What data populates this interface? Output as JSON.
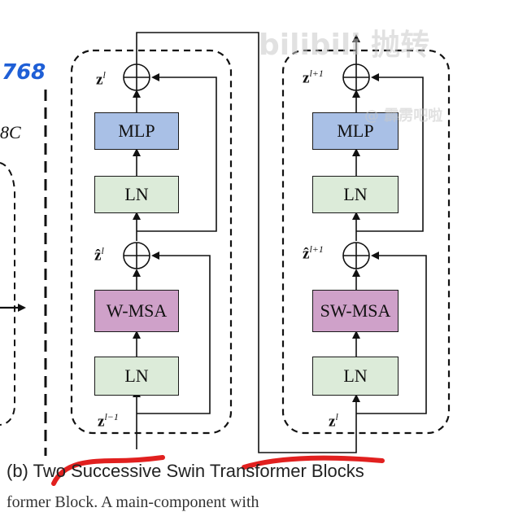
{
  "colors": {
    "mlp_fill": "#a9c0e6",
    "ln_fill": "#dcebd9",
    "msa_fill": "#cfa1c9",
    "annotation_red": "#e1201f",
    "annotation_blue": "#1f5fd6"
  },
  "left_edge": {
    "handwritten_number": "768",
    "dimension_text": "8C"
  },
  "block1": {
    "mlp": "MLP",
    "ln_top": "LN",
    "attention": "W-MSA",
    "ln_bottom": "LN",
    "label_out": "z",
    "label_out_sup": "l",
    "label_mid": "ẑ",
    "label_mid_sup": "l",
    "label_in": "z",
    "label_in_sup": "l−1"
  },
  "block2": {
    "mlp": "MLP",
    "ln_top": "LN",
    "attention": "SW-MSA",
    "ln_bottom": "LN",
    "label_out": "z",
    "label_out_sup": "l+1",
    "label_mid": "ẑ",
    "label_mid_sup": "l+1",
    "label_in": "z",
    "label_in_sup": "l"
  },
  "caption": "(b) Two Successive Swin Transformer Blocks",
  "bottom_partial_text": "former Block. A main-component with",
  "watermark": {
    "main": "bilibili 抛转",
    "handle": "@ 霹雳吧啦"
  }
}
